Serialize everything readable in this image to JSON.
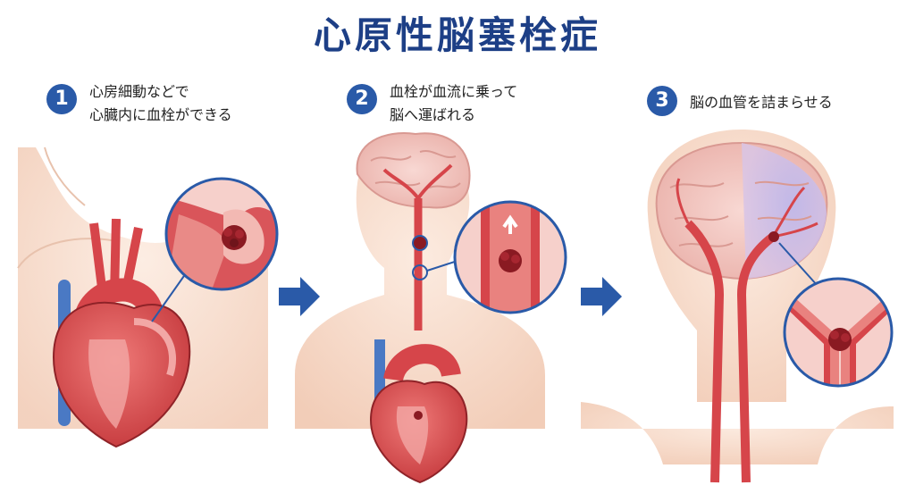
{
  "title": "心原性脳塞栓症",
  "steps": [
    {
      "number": "1",
      "text": "心房細動などで\n心臓内に血栓ができる"
    },
    {
      "number": "2",
      "text": "血栓が血流に乗って\n脳へ運ばれる"
    },
    {
      "number": "3",
      "text": "脳の血管を詰まらせる"
    }
  ],
  "colors": {
    "title": "#1d3f86",
    "badge": "#2a5aa8",
    "arrow": "#2a5aa8",
    "skin": "#f9e1d2",
    "artery": "#d6454a",
    "vein": "#4a79c4",
    "clot": "#8a1a22",
    "brain": "#f4c9c3",
    "infarct": "#a9a9e6"
  }
}
